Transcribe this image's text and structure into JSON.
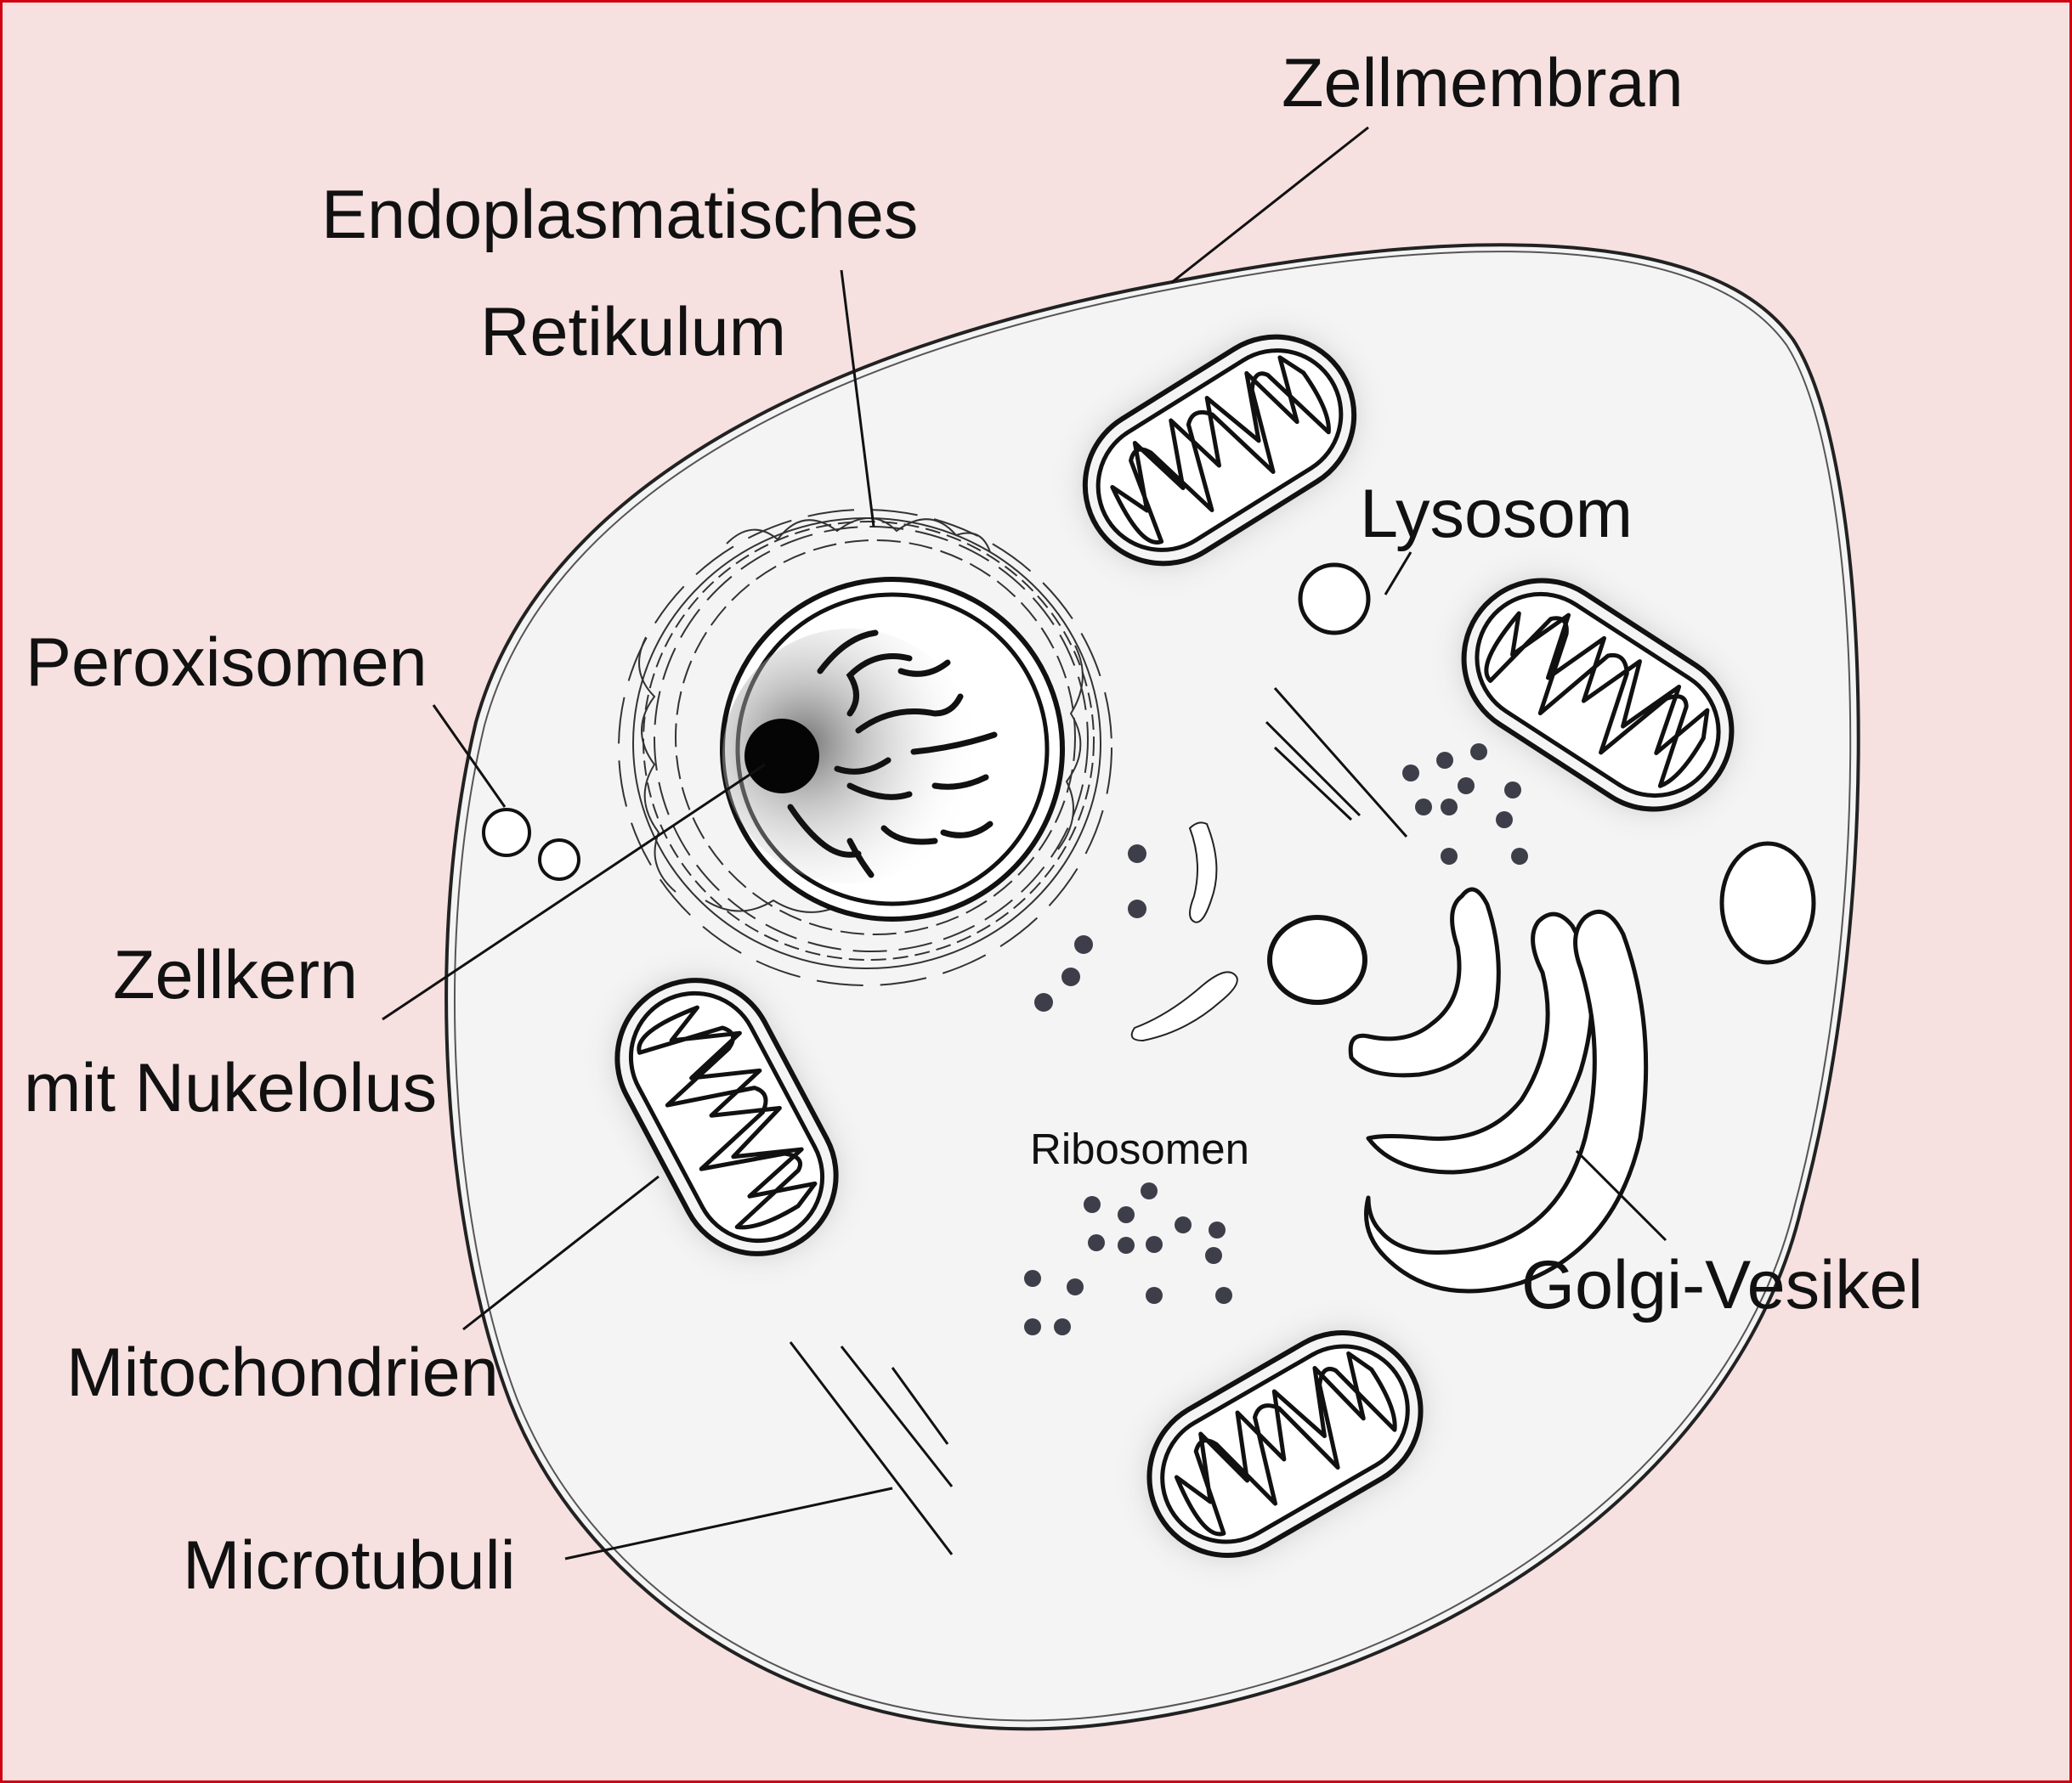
{
  "diagram": {
    "labels": {
      "zellmembran": "Zellmembran",
      "er_line1": "Endoplasmatisches",
      "er_line2": "Retikulum",
      "lysosom": "Lysosom",
      "peroxisomen": "Peroxisomen",
      "zellkern_line1": "Zellkern",
      "zellkern_line2": "mit Nukelolus",
      "ribosomen": "Ribosomen",
      "golgi": "Golgi-Vesikel",
      "mitochondrien": "Mitochondrien",
      "microtubuli": "Microtubuli"
    },
    "colors": {
      "background": "#f6e0e0",
      "cell_fill": "#f4f4f4",
      "border": "#d0000f",
      "ribosome_dots": "#3e3e4a",
      "outline": "#111111"
    }
  }
}
